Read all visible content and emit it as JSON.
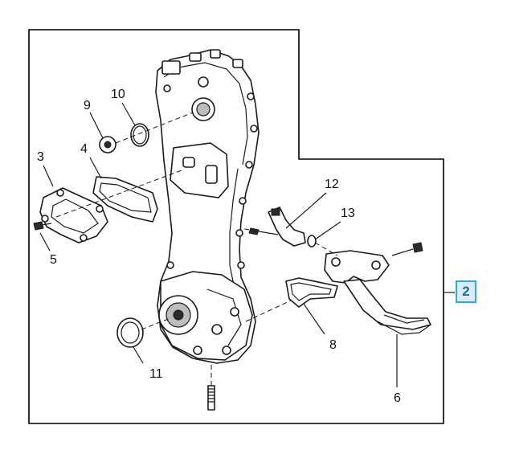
{
  "callouts": {
    "c2": "2",
    "c3": "3",
    "c4": "4",
    "c5": "5",
    "c6": "6",
    "c8": "8",
    "c9": "9",
    "c10": "10",
    "c11": "11",
    "c12": "12",
    "c13": "13"
  },
  "colors": {
    "badge_border": "#3aa3d8",
    "badge_fill": "#d8edf8",
    "badge_text": "#1b6c9c",
    "line": "#1a1a1a"
  }
}
